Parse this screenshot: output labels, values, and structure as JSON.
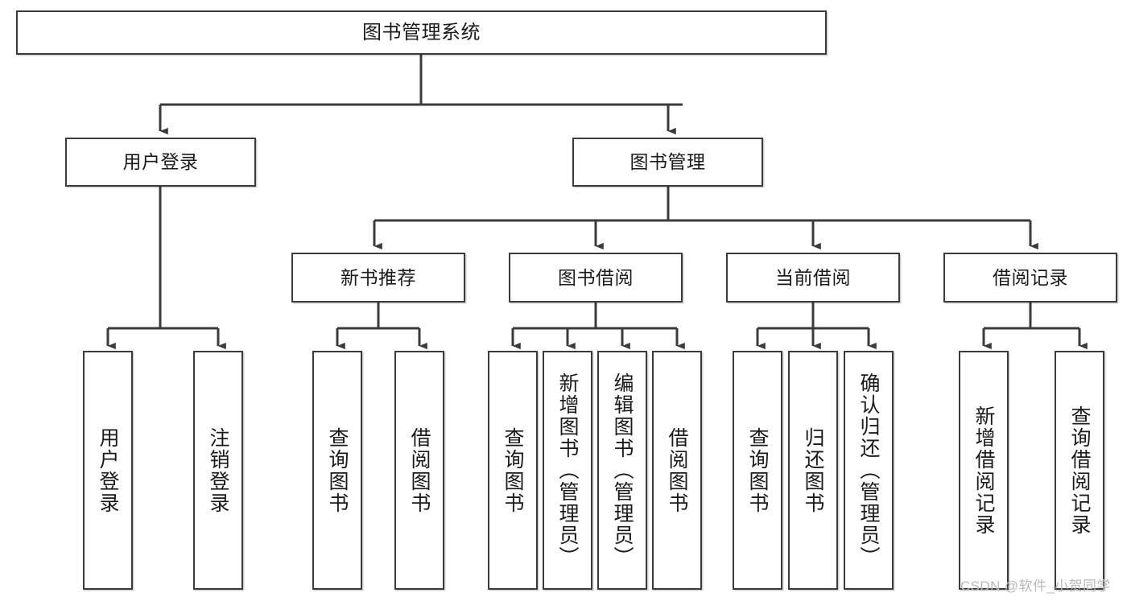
{
  "diagram": {
    "title": "图书管理系统",
    "type": "hierarchy-tree",
    "colors": {
      "box_border": "#3b3b3b",
      "box_fill": "#ffffff",
      "edge": "#3b3b3b",
      "text": "#1a1a1a",
      "watermark": "#b9b9b9"
    },
    "nodes": {
      "root": {
        "label": "图书管理系统"
      },
      "level2": [
        {
          "id": "user-login",
          "label": "用户登录"
        },
        {
          "id": "book-management",
          "label": "图书管理"
        }
      ],
      "level3": [
        {
          "id": "new-book-recommend",
          "label": "新书推荐"
        },
        {
          "id": "book-borrow",
          "label": "图书借阅"
        },
        {
          "id": "current-borrow",
          "label": "当前借阅"
        },
        {
          "id": "borrow-record",
          "label": "借阅记录"
        }
      ],
      "leaves": {
        "user-login": [
          {
            "id": "leaf-user-login",
            "label": "用户登录"
          },
          {
            "id": "leaf-user-logout",
            "label": "注销登录"
          }
        ],
        "new-book-recommend": [
          {
            "id": "leaf-query-book-1",
            "label": "查询图书"
          },
          {
            "id": "leaf-borrow-book-1",
            "label": "借阅图书"
          }
        ],
        "book-borrow": [
          {
            "id": "leaf-query-book-2",
            "label": "查询图书"
          },
          {
            "id": "leaf-add-book",
            "label": "新增图书（管理员）"
          },
          {
            "id": "leaf-edit-book",
            "label": "编辑图书（管理员）"
          },
          {
            "id": "leaf-borrow-book-2",
            "label": "借阅图书"
          }
        ],
        "current-borrow": [
          {
            "id": "leaf-query-book-3",
            "label": "查询图书"
          },
          {
            "id": "leaf-return-book",
            "label": "归还图书"
          },
          {
            "id": "leaf-confirm-return",
            "label": "确认归还（管理员）"
          }
        ],
        "borrow-record": [
          {
            "id": "leaf-add-record",
            "label": "新增借阅记录"
          },
          {
            "id": "leaf-query-record",
            "label": "查询借阅记录"
          }
        ]
      }
    },
    "watermark": "CSDN @软件_小贺同学"
  }
}
